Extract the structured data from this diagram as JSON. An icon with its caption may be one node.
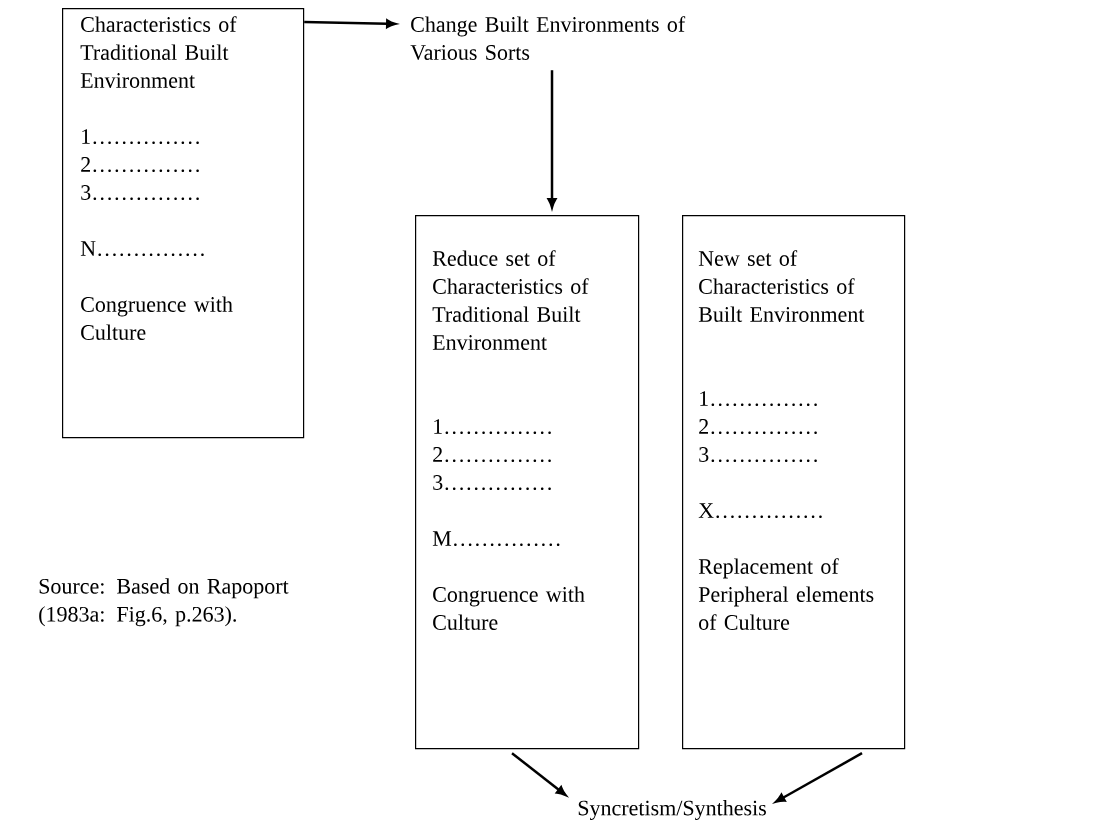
{
  "diagram": {
    "nodes": [
      {
        "text": [
          "Characteristics of Traditional Built Environment",
          "1……………",
          "2……………",
          "3……………",
          "N……………",
          "Congruence with Culture"
        ]
      },
      {
        "text": [
          "Change Built Environments of Various Sorts"
        ]
      },
      {
        "text": [
          "Reduce set of Characteristics of Traditional Built Environment",
          "1……………",
          "2……………",
          "3……………",
          "M……………",
          "Congruence with Culture"
        ]
      },
      {
        "text": [
          "New set of Characteristics of Built Environment",
          "1……………",
          "2……………",
          "3……………",
          "X……………",
          "Replacement of Peripheral elements of Culture"
        ]
      },
      {
        "text": [
          "Syncretism/Synthesis"
        ]
      }
    ],
    "edges": [
      {
        "from": 0,
        "to": 1,
        "arrow": "to"
      },
      {
        "from": 1,
        "to": 2,
        "arrow": "to"
      },
      {
        "from": 2,
        "to": 4,
        "arrow": "to"
      },
      {
        "from": 3,
        "to": 4,
        "arrow": "to"
      }
    ],
    "labels": [
      "Source: Based on Rapoport (1983a: Fig.6, p.263)."
    ]
  }
}
